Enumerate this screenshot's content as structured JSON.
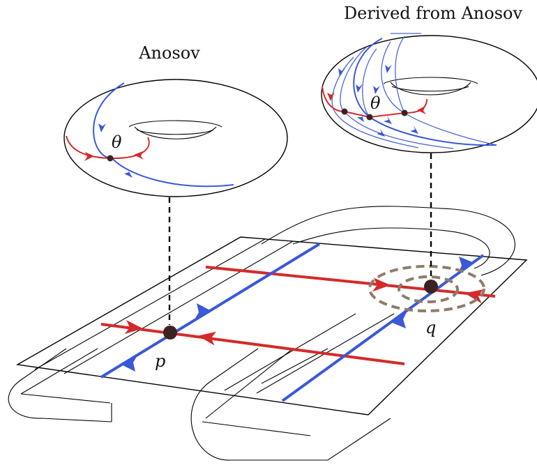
{
  "labels": {
    "left_torus_title": "Anosov",
    "right_torus_title": "Derived from Anosov",
    "theta": "θ",
    "point_p": "p",
    "point_q": "q"
  },
  "colors": {
    "stable": "#d42a2a",
    "unstable": "#3a58d8",
    "fixed_point": "#3b2323",
    "neighborhood_ring": "#8c7c6c"
  }
}
